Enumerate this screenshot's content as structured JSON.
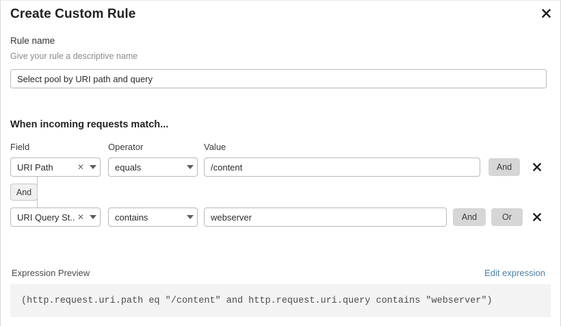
{
  "dialog": {
    "title": "Create Custom Rule",
    "close_icon": "close-icon"
  },
  "rule_name": {
    "label": "Rule name",
    "hint": "Give your rule a descriptive name",
    "value": "Select pool by URI path and query",
    "placeholder": "Rule name"
  },
  "match_section": {
    "title": "When incoming requests match...",
    "columns": {
      "field": "Field",
      "operator": "Operator",
      "value": "Value"
    },
    "join_badge": "And",
    "rows": [
      {
        "field": "URI Path",
        "operator": "equals",
        "value": "/content",
        "value_placeholder": "Value",
        "clear_icon": "clear-x-icon",
        "caret_icon": "chevron-down-icon",
        "logic_buttons": [
          "And"
        ],
        "remove_icon": "close-icon"
      },
      {
        "field": "URI Query St...",
        "operator": "contains",
        "value": "webserver",
        "value_placeholder": "Value",
        "clear_icon": "clear-x-icon",
        "caret_icon": "chevron-down-icon",
        "logic_buttons": [
          "And",
          "Or"
        ],
        "remove_icon": "close-icon"
      }
    ]
  },
  "expression": {
    "label": "Expression Preview",
    "edit_link": "Edit expression",
    "text": "(http.request.uri.path eq \"/content\" and http.request.uri.query contains \"webserver\")"
  },
  "colors": {
    "link": "#4a7fa8",
    "logic_button_bg": "#d6d6d6",
    "expression_bg": "#f3f3f3",
    "border": "#b9b9b9"
  }
}
